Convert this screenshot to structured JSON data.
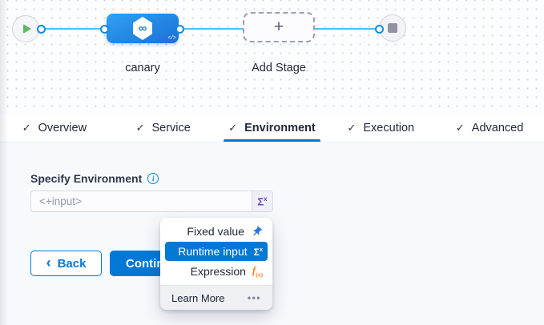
{
  "pipeline": {
    "stage_label": "canary",
    "add_stage_label": "Add Stage",
    "add_plus_glyph": "+",
    "code_glyph": "</>",
    "infinity_glyph": "∞"
  },
  "tabs": {
    "check_glyph": "✓",
    "items": [
      {
        "label": "Overview"
      },
      {
        "label": "Service"
      },
      {
        "label": "Environment",
        "active": true
      },
      {
        "label": "Execution"
      },
      {
        "label": "Advanced"
      }
    ]
  },
  "form": {
    "label": "Specify Environment",
    "info_glyph": "i",
    "input_placeholder": "<+input>",
    "sigma_glyph": "Σ",
    "sigma_sup": "x"
  },
  "buttons": {
    "back_chevron": "‹",
    "back_label": "Back",
    "continue_label": "Continue"
  },
  "dropdown": {
    "items": [
      {
        "label": "Fixed value",
        "icon": "pin-icon"
      },
      {
        "label": "Runtime input",
        "icon": "runtime-sigma-icon",
        "selected": true
      },
      {
        "label": "Expression",
        "icon": "expression-fx-icon"
      }
    ],
    "sigma_glyph": "Σ",
    "sigma_sup": "x",
    "fx_glyph": "f",
    "fx_sub": "(x)",
    "learn_more_label": "Learn More",
    "more_dots": "•••"
  },
  "colors": {
    "primary_blue": "#0278d5",
    "connector_blue": "#49c0f2",
    "stage_gradient_start": "#2fa2f2",
    "stage_gradient_end": "#1b6fd6",
    "selected_item_bg": "#0278d5",
    "expression_orange": "#ff7d1f",
    "sigma_purple": "#6f42c1",
    "play_green": "#5eb863",
    "body_bg": "#f7fafd"
  }
}
